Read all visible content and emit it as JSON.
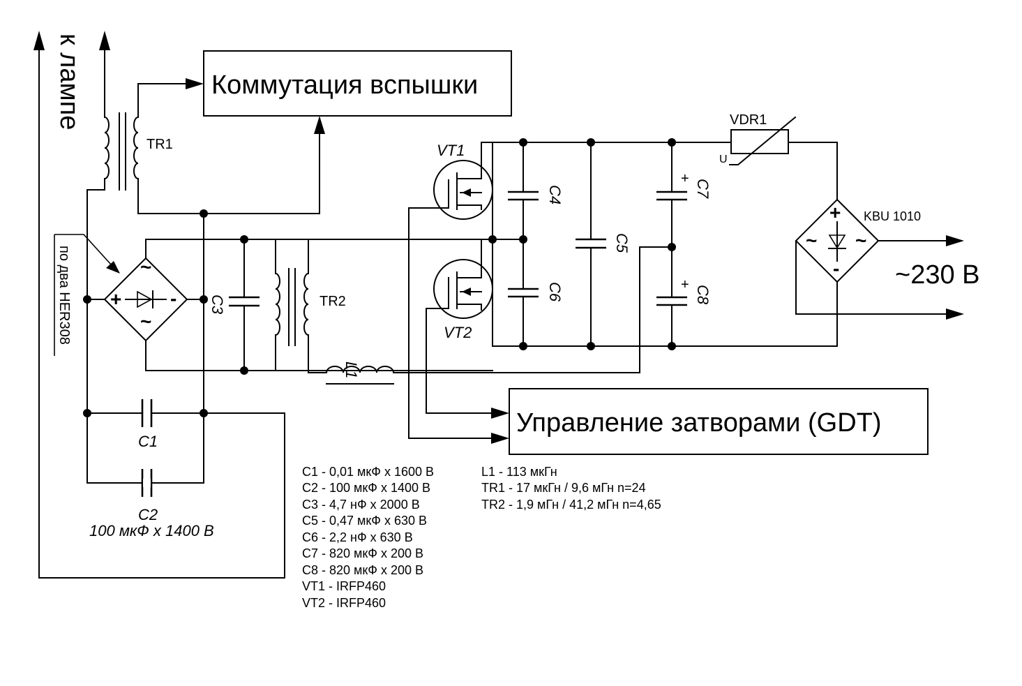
{
  "blocks": {
    "flash_switching": "Коммутация вспышки",
    "gate_control": "Управление затворами (GDT)"
  },
  "labels": {
    "to_lamp": "к лампе",
    "diodes_note": "по два HER308",
    "mains": "~230 В",
    "bridge": "KBU 1010",
    "tr1": "TR1",
    "tr2": "TR2",
    "l1": "L1",
    "vt1": "VT1",
    "vt2": "VT2",
    "vdr1": "VDR1",
    "vdr_u": "U",
    "c1": "C1",
    "c2": "C2",
    "c2_value": "100 мкФ x 1400 В",
    "c3": "C3",
    "c4": "C4",
    "c5": "C5",
    "c6": "C6",
    "c7": "C7",
    "c8": "C8",
    "plus": "+",
    "minus": "-",
    "tilde": "~"
  },
  "parts_list_left": [
    "C1 - 0,01 мкФ x 1600 В",
    "C2 - 100 мкФ x 1400 В",
    "C3 - 4,7 нФ x 2000 В",
    "C5 - 0,47 мкФ x 630 В",
    "C6 - 2,2 нФ x 630 В",
    "C7 - 820 мкФ x 200 В",
    "C8 - 820 мкФ x 200 В",
    "VT1 - IRFP460",
    "VT2 - IRFP460"
  ],
  "parts_list_right": [
    "L1 - 113 мкГн",
    "TR1 - 17 мкГн / 9,6 мГн n=24",
    "TR2 - 1,9 мГн / 41,2 мГн n=4,65"
  ]
}
